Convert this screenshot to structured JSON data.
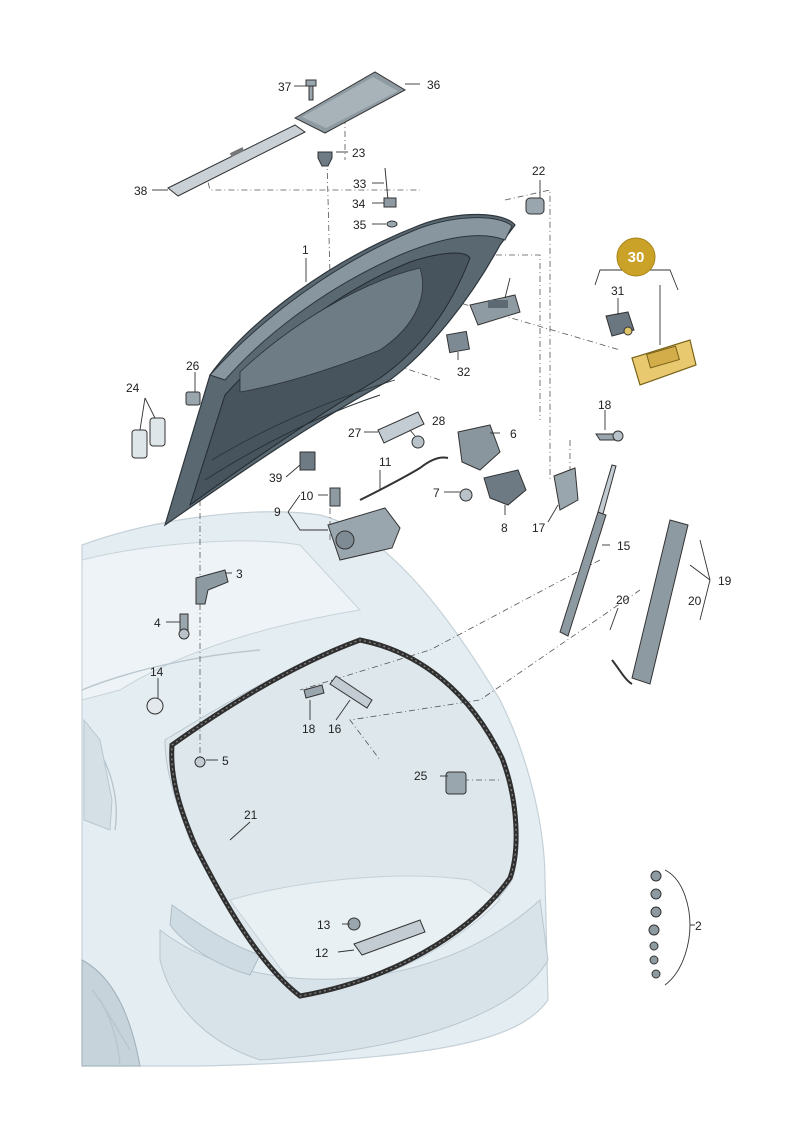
{
  "diagram": {
    "highlight": {
      "label": "30",
      "color": "#c9a227"
    },
    "callouts": {
      "c1": "1",
      "c2": "2",
      "c3": "3",
      "c4": "4",
      "c5": "5",
      "c6": "6",
      "c7": "7",
      "c8": "8",
      "c9": "9",
      "c10": "10",
      "c11": "11",
      "c12": "12",
      "c13": "13",
      "c14": "14",
      "c15": "15",
      "c16": "16",
      "c17": "17",
      "c18a": "18",
      "c18b": "18",
      "c19": "19",
      "c20a": "20",
      "c20b": "20",
      "c21": "21",
      "c22": "22",
      "c23": "23",
      "c24": "24",
      "c25": "25",
      "c26": "26",
      "c27": "27",
      "c28": "28",
      "c31": "31",
      "c32": "32",
      "c33": "33",
      "c34": "34",
      "c35": "35",
      "c36": "36",
      "c37": "37",
      "c38": "38",
      "c39": "39"
    },
    "colors": {
      "body": "#e3ecf1",
      "panel": "#56646e",
      "panel_dark": "#3e4a52",
      "parts": "#9aa6ae",
      "seal": "#3b3b3b"
    }
  }
}
